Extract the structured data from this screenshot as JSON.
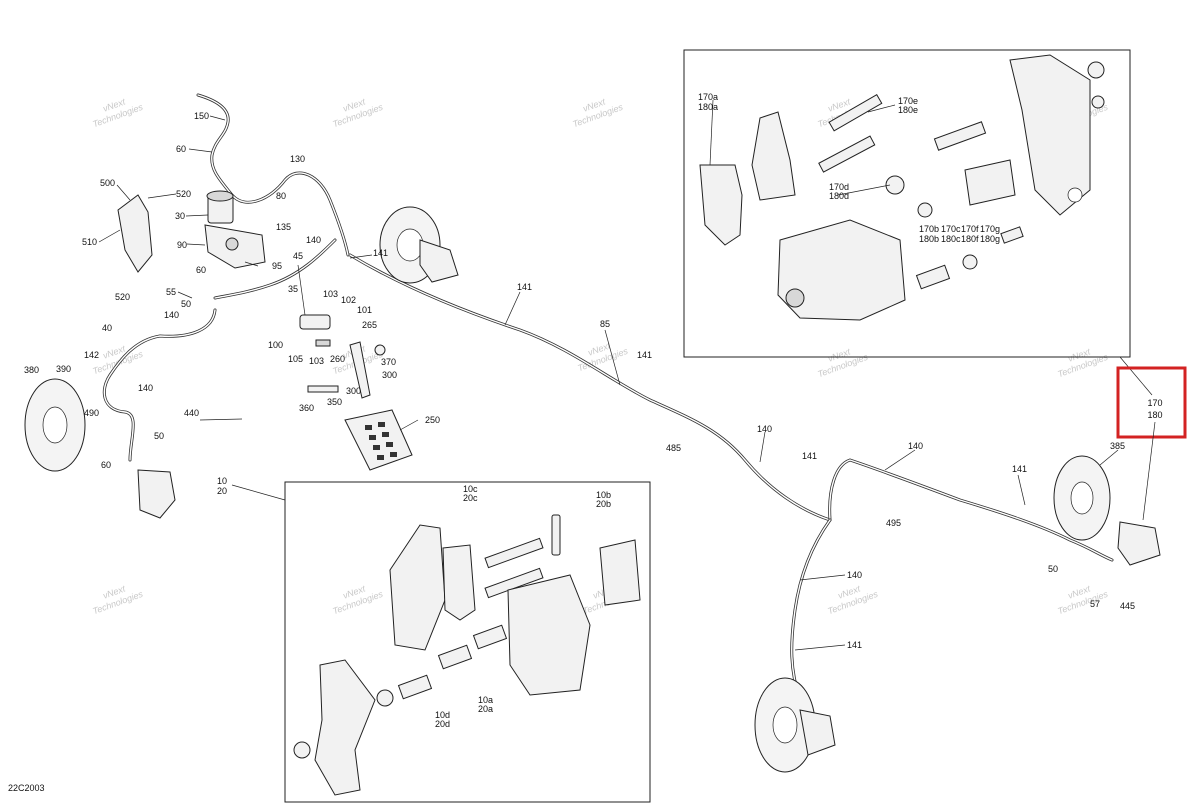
{
  "diagram_code": "22C2003",
  "watermark": {
    "line1": "vNext",
    "line2": "Technologies"
  },
  "highlight_callout": {
    "line1": "170",
    "line2": "180"
  },
  "main_labels": [
    "150",
    "60",
    "130",
    "80",
    "135",
    "500",
    "520",
    "30",
    "510",
    "90",
    "95",
    "60",
    "45",
    "35",
    "520",
    "55",
    "50",
    "140",
    "103",
    "102",
    "101",
    "265",
    "100",
    "105",
    "103",
    "260",
    "370",
    "300",
    "360",
    "350",
    "300",
    "40",
    "142",
    "390",
    "380",
    "140",
    "490",
    "440",
    "50",
    "60",
    "10",
    "20",
    "250",
    "140",
    "141",
    "141",
    "85",
    "141",
    "485",
    "140",
    "141",
    "140",
    "495",
    "141",
    "385",
    "50",
    "57",
    "445",
    "140",
    "141"
  ],
  "upper_inset_labels": [
    "170a",
    "180a",
    "170e",
    "180e",
    "170d",
    "180d",
    "170b",
    "180b",
    "170c",
    "180c",
    "170f",
    "180f",
    "170g",
    "180g"
  ],
  "lower_inset_labels": [
    "10c",
    "20c",
    "10b",
    "20b",
    "10a",
    "20a",
    "10d",
    "20d"
  ]
}
